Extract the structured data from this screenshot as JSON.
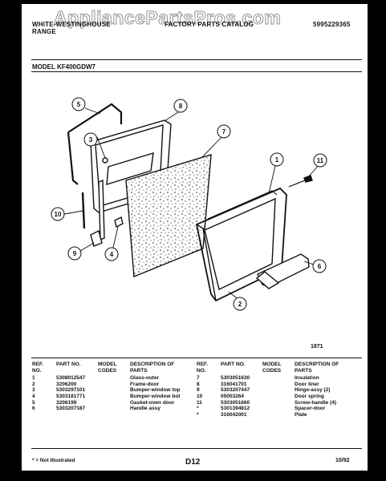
{
  "header": {
    "brand_line1": "WHITE-WESTINGHOUSE",
    "brand_line2": "RANGE",
    "catalog": "FACTORY PARTS CATALOG",
    "catalog_no": "5995229365",
    "watermark": "AppliancePartsPros.com"
  },
  "model": "MODEL KF400GDW7",
  "diagram_id": "1871",
  "callouts": [
    "1",
    "2",
    "3",
    "4",
    "5",
    "6",
    "7",
    "8",
    "9",
    "10",
    "11"
  ],
  "table": {
    "headers": {
      "ref": "REF. NO.",
      "part": "PART NO.",
      "codes": "MODEL CODES",
      "desc": "DESCRIPTION OF PARTS"
    },
    "left": [
      {
        "ref": "1",
        "part": "5308012547",
        "codes": "",
        "desc": "Glass-outer"
      },
      {
        "ref": "2",
        "part": "3206200",
        "codes": "",
        "desc": "Frame-door"
      },
      {
        "ref": "3",
        "part": "5303297101",
        "codes": "",
        "desc": "Bumper-window top"
      },
      {
        "ref": "4",
        "part": "5303181771",
        "codes": "",
        "desc": "Bumper-window bot"
      },
      {
        "ref": "5",
        "part": "3206199",
        "codes": "",
        "desc": "Gasket-oven door"
      },
      {
        "ref": "6",
        "part": "5303207187",
        "codes": "",
        "desc": "Handle assy"
      }
    ],
    "right": [
      {
        "ref": "7",
        "part": "5303051630",
        "codes": "",
        "desc": "Insulation"
      },
      {
        "ref": "8",
        "part": "316041701",
        "codes": "",
        "desc": "Door liner"
      },
      {
        "ref": "9",
        "part": "5303207447",
        "codes": "",
        "desc": "Hinge-assy (2)"
      },
      {
        "ref": "10",
        "part": "05003264",
        "codes": "",
        "desc": "Door spring"
      },
      {
        "ref": "11",
        "part": "5303051660",
        "codes": "",
        "desc": "Screw-handle (4)"
      },
      {
        "ref": "*",
        "part": "5301394812",
        "codes": "",
        "desc": "Spacer-door"
      },
      {
        "ref": "*",
        "part": "316042001",
        "codes": "",
        "desc": "Plate"
      }
    ]
  },
  "footer": {
    "note": "* = Not Illustrated",
    "page": "D12",
    "date": "10/92"
  }
}
